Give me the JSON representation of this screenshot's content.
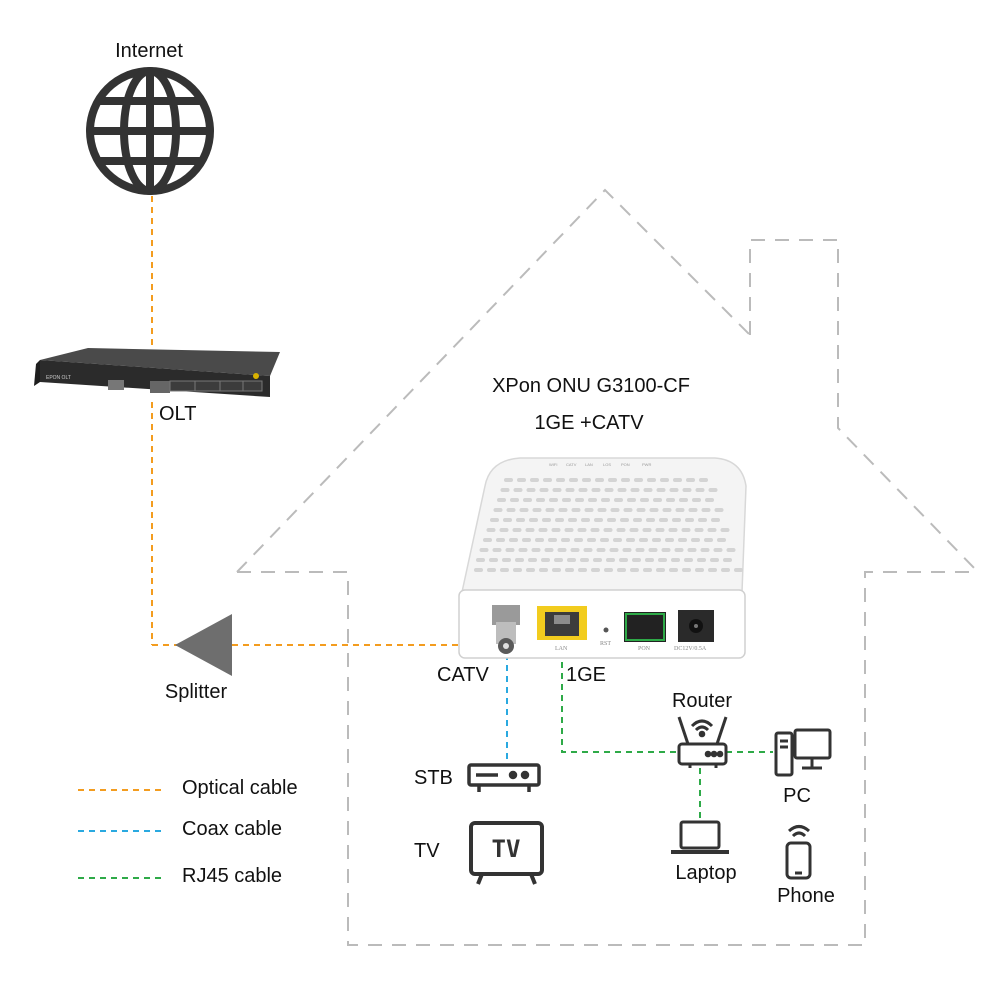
{
  "colors": {
    "optical": "#F39C1F",
    "coax": "#2AA9E0",
    "rj45": "#2EAA48",
    "house_outline": "#BBBBBB",
    "icon": "#333333",
    "splitter": "#6E6E6E"
  },
  "labels": {
    "internet": "Internet",
    "olt": "OLT",
    "splitter": "Splitter",
    "device_title": "XPon ONU G3100-CF",
    "device_subtitle": "1GE +CATV",
    "catv": "CATV",
    "ge": "1GE",
    "stb": "STB",
    "tv": "TV",
    "router": "Router",
    "pc": "PC",
    "laptop": "Laptop",
    "phone": "Phone"
  },
  "olt_panel": {
    "brand": "EPON OLT"
  },
  "onu_ports": [
    "LAN",
    "RST",
    "PON",
    "DC12V/0.5A"
  ],
  "onu_leds": [
    "PWR",
    "PON",
    "LOS",
    "LAN",
    "CATV",
    "WIFI"
  ],
  "tv_screen_text": "TV",
  "legend": [
    {
      "label": "Optical cable",
      "color_key": "optical"
    },
    {
      "label": "Coax cable",
      "color_key": "coax"
    },
    {
      "label": "RJ45 cable",
      "color_key": "rj45"
    }
  ]
}
